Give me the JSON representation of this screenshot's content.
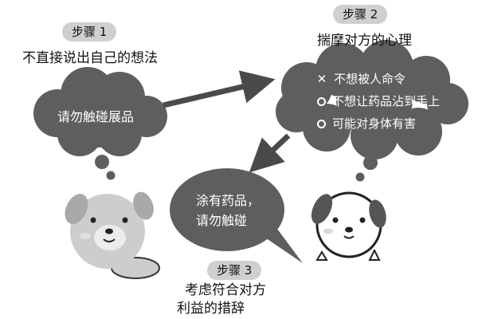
{
  "step1": {
    "badge": "步骤 1",
    "caption": "不直接说出自己的想法",
    "bubble": "请勿触碰展品"
  },
  "step2": {
    "badge": "步骤 2",
    "caption": "揣摩对方的心理",
    "items": [
      {
        "mark": "x-mark",
        "text": "不想被人命令"
      },
      {
        "mark": "circle-mark",
        "text": "不想让药品沾到手上"
      },
      {
        "mark": "circle-mark",
        "text": "可能对身体有害"
      }
    ]
  },
  "step3": {
    "badge": "步骤 3",
    "caption_line1": "考虑符合对方",
    "caption_line2": "利益的措辞",
    "bubble_line1": "涂有药品，",
    "bubble_line2": "请勿触碰"
  },
  "colors": {
    "bubble": "#5e5e5e",
    "badge": "#cfcfcf",
    "arrow": "#4a4a4a",
    "left_dog": "#cdcdcd"
  }
}
